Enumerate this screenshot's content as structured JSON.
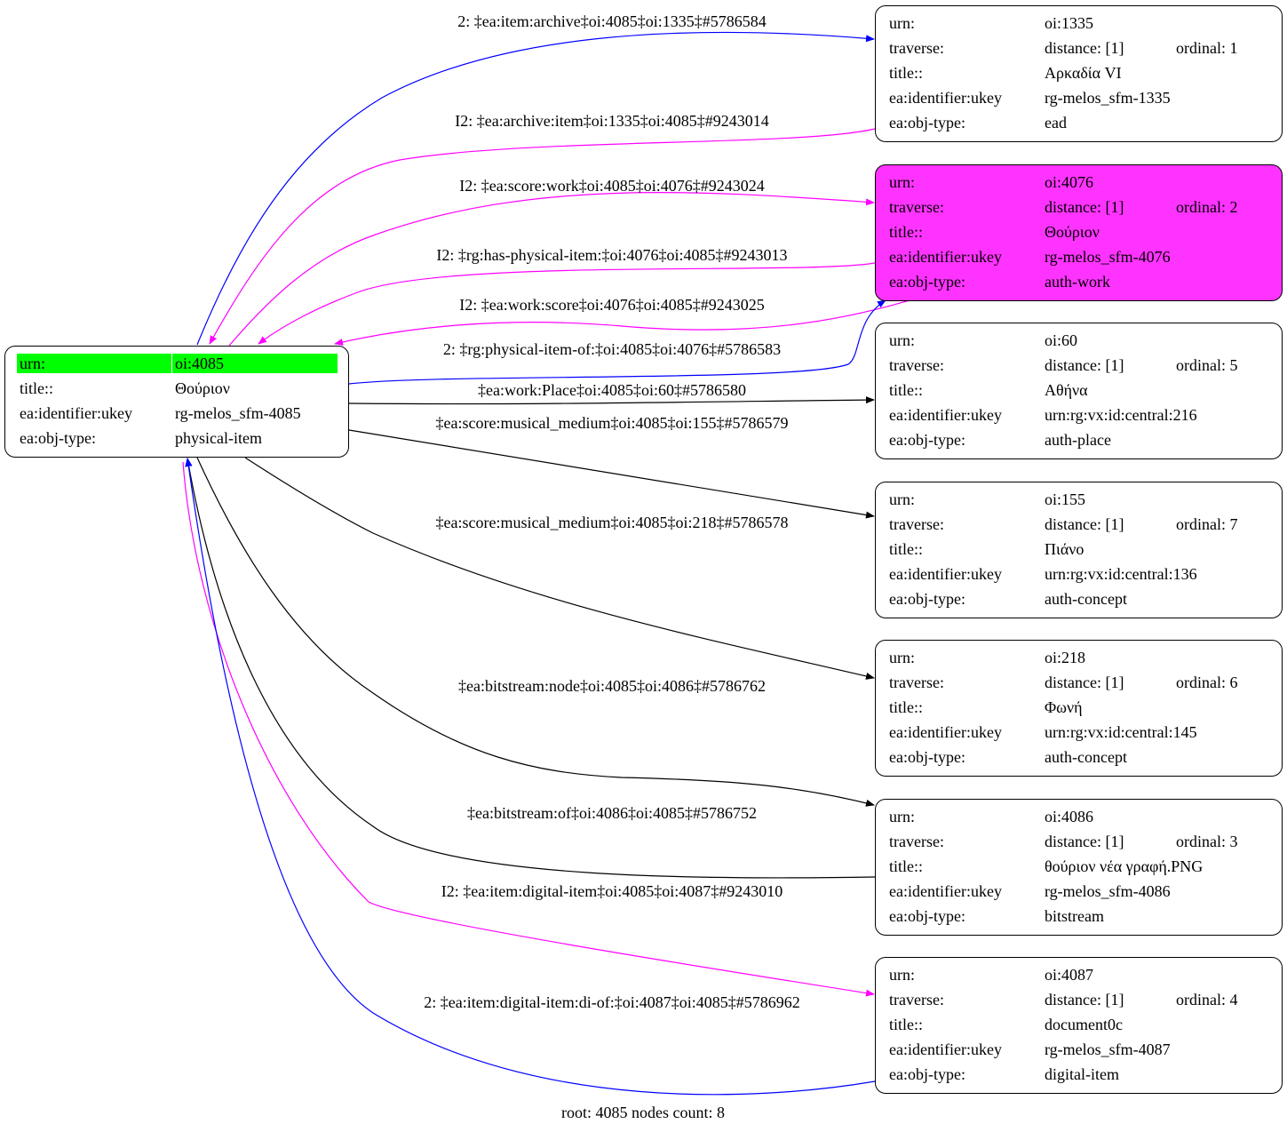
{
  "root_node": {
    "rows": [
      {
        "key": "urn:",
        "value": "oi:4085"
      },
      {
        "key": "title::",
        "value": "Θούριον"
      },
      {
        "key": "ea:identifier:ukey",
        "value": "rg-melos_sfm-4085"
      },
      {
        "key": "ea:obj-type:",
        "value": "physical-item"
      }
    ],
    "highlight_color": "#00ff00"
  },
  "nodes": [
    {
      "urn": "oi:1335",
      "distance": "distance: [1]",
      "ordinal": "ordinal: 1",
      "title": "Αρκαδία VI",
      "ukey": "rg-melos_sfm-1335",
      "obj_type": "ead",
      "highlight": false
    },
    {
      "urn": "oi:4076",
      "distance": "distance: [1]",
      "ordinal": "ordinal: 2",
      "title": "Θούριον",
      "ukey": "rg-melos_sfm-4076",
      "obj_type": "auth-work",
      "highlight": true
    },
    {
      "urn": "oi:60",
      "distance": "distance: [1]",
      "ordinal": "ordinal: 5",
      "title": "Αθήνα",
      "ukey": "urn:rg:vx:id:central:216",
      "obj_type": "auth-place",
      "highlight": false
    },
    {
      "urn": "oi:155",
      "distance": "distance: [1]",
      "ordinal": "ordinal: 7",
      "title": "Πιάνο",
      "ukey": "urn:rg:vx:id:central:136",
      "obj_type": "auth-concept",
      "highlight": false
    },
    {
      "urn": "oi:218",
      "distance": "distance: [1]",
      "ordinal": "ordinal: 6",
      "title": "Φωνή",
      "ukey": "urn:rg:vx:id:central:145",
      "obj_type": "auth-concept",
      "highlight": false
    },
    {
      "urn": "oi:4086",
      "distance": "distance: [1]",
      "ordinal": "ordinal: 3",
      "title": "θούριον νέα γραφή.PNG",
      "ukey": "rg-melos_sfm-4086",
      "obj_type": "bitstream",
      "highlight": false
    },
    {
      "urn": "oi:4087",
      "distance": "distance: [1]",
      "ordinal": "ordinal: 4",
      "title": "document0c",
      "ukey": "rg-melos_sfm-4087",
      "obj_type": "digital-item",
      "highlight": false
    }
  ],
  "row_keys": {
    "urn": "urn:",
    "traverse": "traverse:",
    "title": "title::",
    "ukey": "ea:identifier:ukey",
    "obj_type": "ea:obj-type:"
  },
  "edges": [
    {
      "label": "2: ‡ea:item:archive‡oi:4085‡oi:1335‡#5786584",
      "color": "#0000ff"
    },
    {
      "label": "I2: ‡ea:archive:item‡oi:1335‡oi:4085‡#9243014",
      "color": "#ff00ff"
    },
    {
      "label": "I2: ‡ea:score:work‡oi:4085‡oi:4076‡#9243024",
      "color": "#ff00ff"
    },
    {
      "label": "I2: ‡rg:has-physical-item:‡oi:4076‡oi:4085‡#9243013",
      "color": "#ff00ff"
    },
    {
      "label": "I2: ‡ea:work:score‡oi:4076‡oi:4085‡#9243025",
      "color": "#ff00ff"
    },
    {
      "label": "2: ‡rg:physical-item-of:‡oi:4085‡oi:4076‡#5786583",
      "color": "#0000ff"
    },
    {
      "label": "‡ea:work:Place‡oi:4085‡oi:60‡#5786580",
      "color": "#000000"
    },
    {
      "label": "‡ea:score:musical_medium‡oi:4085‡oi:155‡#5786579",
      "color": "#000000"
    },
    {
      "label": "‡ea:score:musical_medium‡oi:4085‡oi:218‡#5786578",
      "color": "#000000"
    },
    {
      "label": "‡ea:bitstream:node‡oi:4085‡oi:4086‡#5786762",
      "color": "#000000"
    },
    {
      "label": "‡ea:bitstream:of‡oi:4086‡oi:4085‡#5786752",
      "color": "#000000"
    },
    {
      "label": "I2: ‡ea:item:digital-item‡oi:4085‡oi:4087‡#9243010",
      "color": "#ff00ff"
    },
    {
      "label": "2: ‡ea:item:digital-item:di-of:‡oi:4087‡oi:4085‡#5786962",
      "color": "#0000ff"
    }
  ],
  "footer": "root: 4085 nodes count: 8",
  "highlight_node_color": "#ff33ff"
}
